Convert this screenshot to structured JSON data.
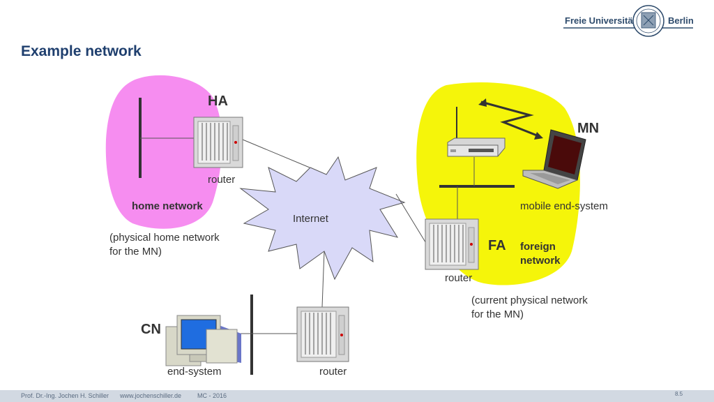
{
  "slide": {
    "title": "Example network",
    "logo": {
      "left": "Freie Universität",
      "right": "Berlin"
    },
    "page_number": "8.5"
  },
  "diagram": {
    "home_agent": "HA",
    "home_router": "router",
    "home_network": "home network",
    "home_note": [
      "(physical home network",
      "for the MN)"
    ],
    "internet": "Internet",
    "mobile_node": "MN",
    "mobile_end_system": "mobile end-system",
    "foreign_agent": "FA",
    "foreign_network": [
      "foreign",
      "network"
    ],
    "foreign_router": "router",
    "foreign_note": [
      "(current physical network",
      "for the MN)"
    ],
    "correspondent": "CN",
    "end_system": "end-system",
    "cn_router": "router"
  },
  "colors": {
    "home_network": "#f68df0",
    "foreign_network": "#f5f50a",
    "internet_cloud": "#d9d9f8",
    "title": "#1f3f6e",
    "footer_bar": "#d2d9e2"
  },
  "footer": {
    "author": "Prof. Dr.-Ing. Jochen H. Schiller",
    "website": "www.jochenschiller.de",
    "course": "MC - 2016"
  }
}
